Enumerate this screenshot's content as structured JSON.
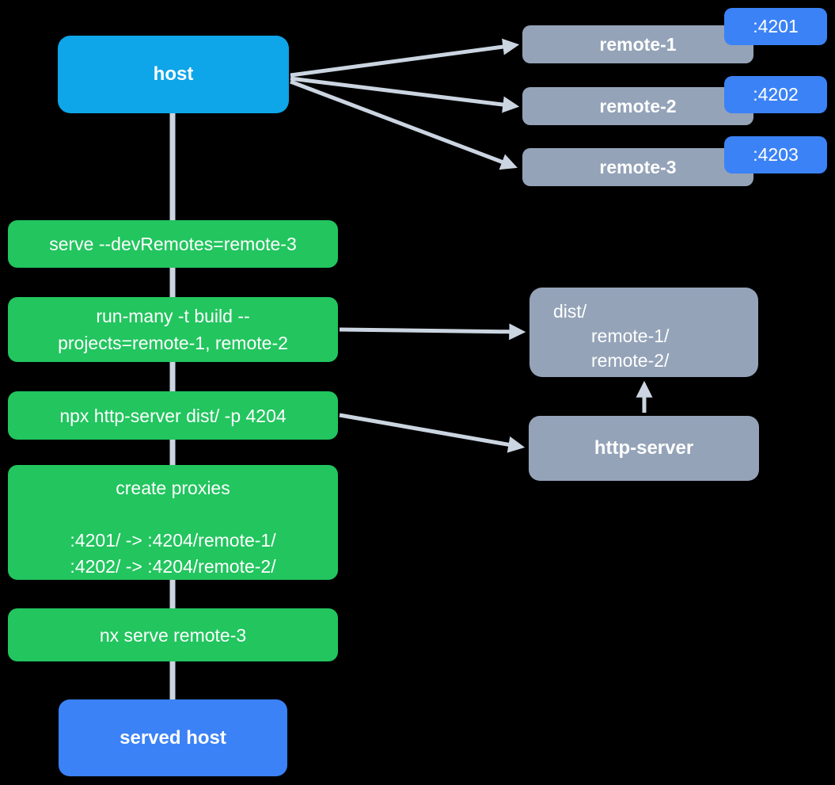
{
  "background": "#000000",
  "palette": {
    "host": "#0ea5e9",
    "remote": "#94a3b8",
    "port_badge": "#3b82f6",
    "step": "#22c55e",
    "served_host": "#3b82f6",
    "edge": "#cbd5e1",
    "text": "#ffffff"
  },
  "nodes": {
    "host": {
      "label": "host"
    },
    "remotes": [
      {
        "label": "remote-1",
        "port": ":4201"
      },
      {
        "label": "remote-2",
        "port": ":4202"
      },
      {
        "label": "remote-3",
        "port": ":4203"
      }
    ],
    "steps": [
      {
        "lines": [
          "serve --devRemotes=remote-3"
        ]
      },
      {
        "lines": [
          "run-many -t build --",
          "projects=remote-1, remote-2"
        ]
      },
      {
        "lines": [
          "npx http-server dist/ -p 4204"
        ]
      },
      {
        "title": "create proxies",
        "lines": [
          ":4201/ -> :4204/remote-1/",
          ":4202/ -> :4204/remote-2/"
        ]
      },
      {
        "lines": [
          "nx serve remote-3"
        ]
      }
    ],
    "dist_folder": {
      "root": "dist/",
      "children": [
        "remote-1/",
        "remote-2/"
      ]
    },
    "http_server": {
      "label": "http-server"
    },
    "served_host": {
      "label": "served host"
    }
  }
}
